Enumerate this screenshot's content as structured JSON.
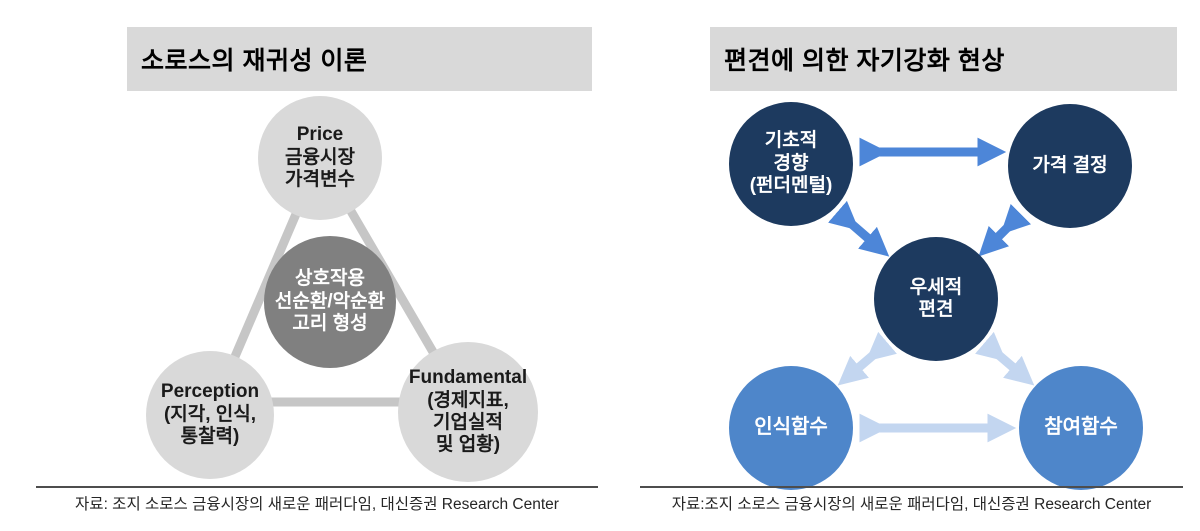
{
  "left_panel": {
    "title": "소로스의 재귀성 이론",
    "nodes": {
      "price": "Price\n금융시장\n가격변수",
      "interaction": "상호작용\n선순환/악순환\n고리 형성",
      "perception": "Perception\n(지각, 인식,\n통찰력)",
      "fundamental": "Fundamental\n(경제지표,\n기업실적\n및 업황)"
    },
    "source": "자료: 조지 소로스 금융시장의 새로운 패러다임, 대신증권 Research Center"
  },
  "right_panel": {
    "title": "편견에 의한 자기강화 현상",
    "nodes": {
      "fundamental_trend": "기초적\n경향\n(펀더멘털)",
      "price_decision": "가격 결정",
      "dominant_bias": "우세적\n편견",
      "cognitive_function": "인식함수",
      "participation_function": "참여함수"
    },
    "source": "자료:조지 소로스 금융시장의 새로운 패러다임, 대신증권 Research Center"
  },
  "colors": {
    "title_bar_bg": "#d9d9d9",
    "light_circle": "#d9d9d9",
    "dark_gray_circle": "#808080",
    "connector_gray": "#c6c6c6",
    "navy_circle": "#1d3a5f",
    "blue_circle": "#4e86ca",
    "arrow_blue": "#4d86d8",
    "arrow_light": "#c3d6f0"
  }
}
